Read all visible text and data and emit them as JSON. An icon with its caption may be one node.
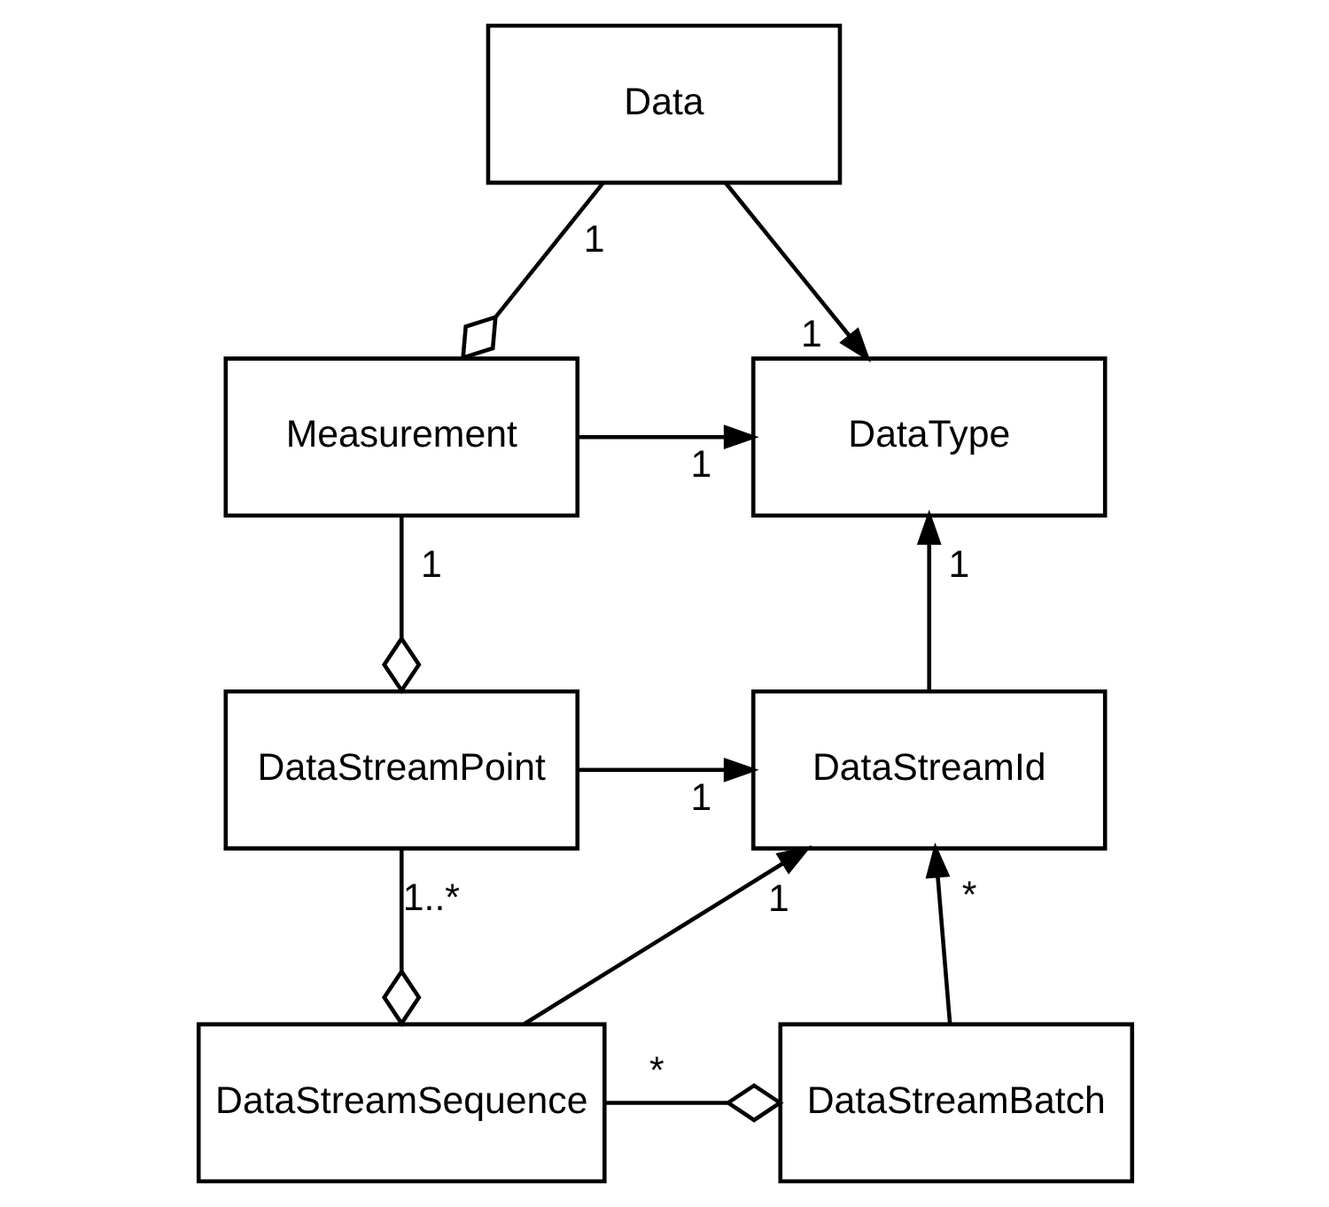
{
  "diagram": {
    "nodes": [
      {
        "text": [
          "Data"
        ]
      },
      {
        "text": [
          "Measurement"
        ]
      },
      {
        "text": [
          "DataType"
        ]
      },
      {
        "text": [
          "DataStreamPoint"
        ]
      },
      {
        "text": [
          "DataStreamId"
        ]
      },
      {
        "text": [
          "DataStreamSequence"
        ]
      },
      {
        "text": [
          "DataStreamBatch"
        ]
      }
    ],
    "edges": [
      {
        "from": 1,
        "to": 0,
        "arrow": "other",
        "label": "1"
      },
      {
        "from": 0,
        "to": 2,
        "arrow": "to",
        "label": "1"
      },
      {
        "from": 1,
        "to": 2,
        "arrow": "to",
        "label": "1"
      },
      {
        "from": 3,
        "to": 1,
        "arrow": "other",
        "label": "1"
      },
      {
        "from": 3,
        "to": 4,
        "arrow": "to",
        "label": "1"
      },
      {
        "from": 4,
        "to": 2,
        "arrow": "to",
        "label": "1"
      },
      {
        "from": 5,
        "to": 3,
        "arrow": "other",
        "label": "1..*"
      },
      {
        "from": 5,
        "to": 4,
        "arrow": "to",
        "label": "1"
      },
      {
        "from": 6,
        "to": 4,
        "arrow": "to",
        "label": "*"
      },
      {
        "from": 6,
        "to": 5,
        "arrow": "other",
        "label": "*"
      }
    ]
  }
}
